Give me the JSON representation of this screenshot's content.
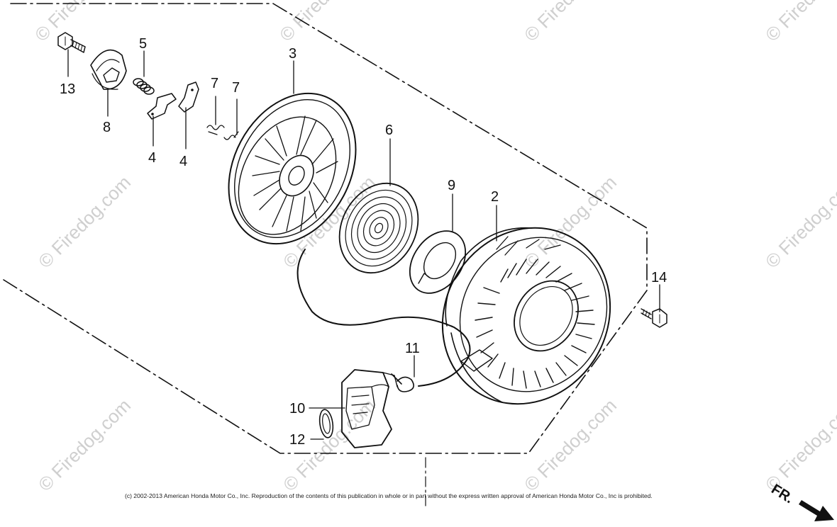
{
  "callouts": [
    "13",
    "5",
    "8",
    "4",
    "4",
    "7",
    "7",
    "3",
    "6",
    "9",
    "2",
    "14",
    "11",
    "10",
    "12"
  ],
  "watermark": "© Firedog.com",
  "copyright": "(c) 2002-2013 American Honda Motor Co., Inc. Reproduction of the contents of this publication in whole or in part without the express written approval of American Honda Motor Co., Inc is prohibited.",
  "direction_marker": "FR.",
  "colors": {
    "ink": "#111111",
    "watermark": "#cfcfcf",
    "background": "#ffffff"
  }
}
